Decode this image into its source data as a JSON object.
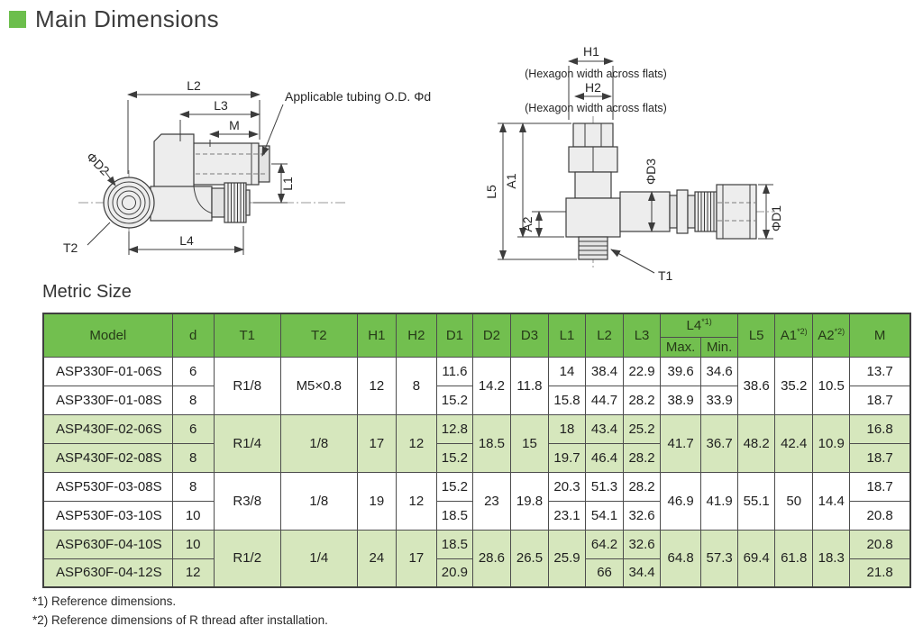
{
  "colors": {
    "header_green": "#72bf4f",
    "row_light_green": "#d6e7bd",
    "accent_square_green": "#6cbe4c",
    "table_border": "#4d4d4d"
  },
  "page": {
    "title": "Main Dimensions",
    "section_title": "Metric Size",
    "footnote1": "*1) Reference dimensions.",
    "footnote2": "*2) Reference dimensions of R thread after installation."
  },
  "diagram_left": {
    "l2": "L2",
    "l3": "L3",
    "m": "M",
    "l1": "L1",
    "l4": "L4",
    "phi_d2": "ΦD2",
    "t2": "T2",
    "tubing_note": "Applicable tubing O.D. Φd"
  },
  "diagram_right": {
    "h1": "H1",
    "h2": "H2",
    "hex_note_1": "(Hexagon width across flats)",
    "hex_note_2": "(Hexagon width across flats)",
    "l5": "L5",
    "a1": "A1",
    "a2": "A2",
    "phi_d3": "ΦD3",
    "phi_d1": "ΦD1",
    "t1": "T1"
  },
  "table": {
    "header": {
      "model": "Model",
      "d": "d",
      "t1": "T1",
      "t2": "T2",
      "h1": "H1",
      "h2": "H2",
      "d1": "D1",
      "d2": "D2",
      "d3": "D3",
      "l1": "L1",
      "l2": "L2",
      "l3": "L3",
      "l4": "L4",
      "l4_sup": "*1)",
      "l4_max": "Max.",
      "l4_min": "Min.",
      "l5": "L5",
      "a1": "A1",
      "a1_sup": "*2)",
      "a2": "A2",
      "a2_sup": "*2)",
      "m": "M"
    },
    "groups": [
      {
        "shade": false,
        "models": [
          "ASP330F-01-06S",
          "ASP330F-01-08S"
        ],
        "d": [
          "6",
          "8"
        ],
        "t1": "R1/8",
        "t2": "M5×0.8",
        "h1": "12",
        "h2": "8",
        "d1": [
          "11.6",
          "15.2"
        ],
        "d2": "14.2",
        "d3": "11.8",
        "l1": [
          "14",
          "15.8"
        ],
        "l2": [
          "38.4",
          "44.7"
        ],
        "l3": [
          "22.9",
          "28.2"
        ],
        "l4max": [
          "39.6",
          "38.9"
        ],
        "l4min": [
          "34.6",
          "33.9"
        ],
        "l5": "38.6",
        "a1": "35.2",
        "a2": "10.5",
        "m": [
          "13.7",
          "18.7"
        ]
      },
      {
        "shade": true,
        "models": [
          "ASP430F-02-06S",
          "ASP430F-02-08S"
        ],
        "d": [
          "6",
          "8"
        ],
        "t1": "R1/4",
        "t2": "1/8",
        "h1": "17",
        "h2": "12",
        "d1": [
          "12.8",
          "15.2"
        ],
        "d2": "18.5",
        "d3": "15",
        "l1": [
          "18",
          "19.7"
        ],
        "l2": [
          "43.4",
          "46.4"
        ],
        "l3": [
          "25.2",
          "28.2"
        ],
        "l4max": "41.7",
        "l4min": "36.7",
        "l5": "48.2",
        "a1": "42.4",
        "a2": "10.9",
        "m": [
          "16.8",
          "18.7"
        ]
      },
      {
        "shade": false,
        "models": [
          "ASP530F-03-08S",
          "ASP530F-03-10S"
        ],
        "d": [
          "8",
          "10"
        ],
        "t1": "R3/8",
        "t2": "1/8",
        "h1": "19",
        "h2": "12",
        "d1": [
          "15.2",
          "18.5"
        ],
        "d2": "23",
        "d3": "19.8",
        "l1": [
          "20.3",
          "23.1"
        ],
        "l2": [
          "51.3",
          "54.1"
        ],
        "l3": [
          "28.2",
          "32.6"
        ],
        "l4max": "46.9",
        "l4min": "41.9",
        "l5": "55.1",
        "a1": "50",
        "a2": "14.4",
        "m": [
          "18.7",
          "20.8"
        ]
      },
      {
        "shade": true,
        "models": [
          "ASP630F-04-10S",
          "ASP630F-04-12S"
        ],
        "d": [
          "10",
          "12"
        ],
        "t1": "R1/2",
        "t2": "1/4",
        "h1": "24",
        "h2": "17",
        "d1": [
          "18.5",
          "20.9"
        ],
        "d2": "28.6",
        "d3": "26.5",
        "l1": "25.9",
        "l2": [
          "64.2",
          "66"
        ],
        "l3": [
          "32.6",
          "34.4"
        ],
        "l4max": "64.8",
        "l4min": "57.3",
        "l5": "69.4",
        "a1": "61.8",
        "a2": "18.3",
        "m": [
          "20.8",
          "21.8"
        ]
      }
    ]
  }
}
